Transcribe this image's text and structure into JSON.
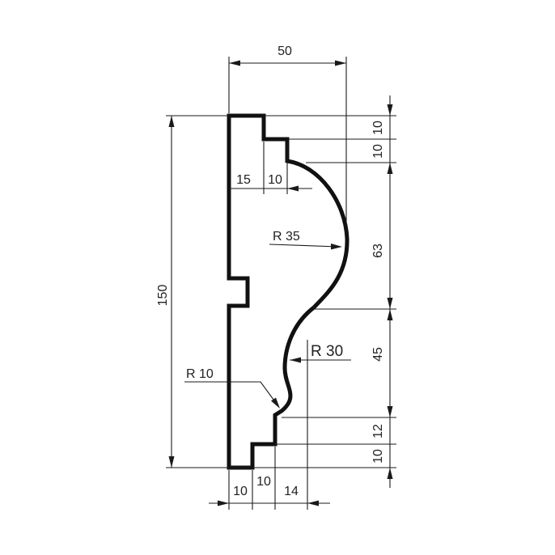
{
  "drawing": {
    "dimensions": {
      "overall_width": "50",
      "overall_height": "150",
      "right_step_top": "10",
      "right_step_second": "10",
      "right_cove_height": "63",
      "right_ogee_height": "45",
      "right_bottom_step_1": "12",
      "right_bottom_step_2": "10",
      "top_step_offset": "15",
      "top_step_width": "10",
      "bottom_step_1": "10",
      "bottom_step_2": "10",
      "bottom_step_3": "14"
    },
    "radii": {
      "upper": "R 35",
      "lower": "R 30",
      "fillet": "R 10"
    }
  }
}
